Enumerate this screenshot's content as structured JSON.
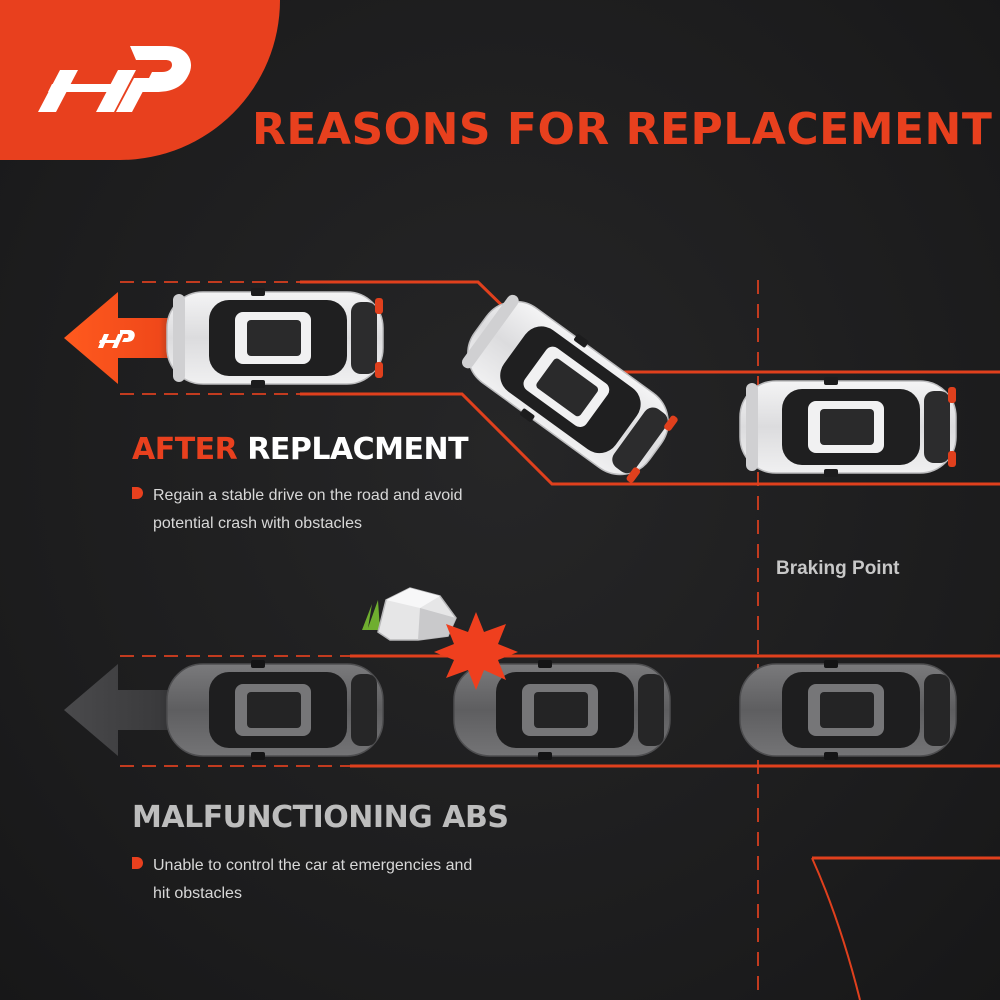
{
  "brand": {
    "accent_color": "#e8401e",
    "logo": "a-premium-logo-mark"
  },
  "headline": "REASONS FOR REPLACEMENT",
  "after_section": {
    "title_accent": "AFTER",
    "title_rest": "REPLACMENT",
    "bullet": "Regain a stable drive on the road and avoid potential crash with obstacles"
  },
  "abs_section": {
    "title": "MALFUNCTIONING ABS",
    "bullet": "Unable to control the car at emergencies and hit obstacles"
  },
  "braking_point_label": "Braking Point",
  "icons": {
    "after_arrow": "arrow-left-icon",
    "abs_arrow": "arrow-left-icon",
    "bullet": "bullet-icon",
    "obstacle": "rock-icon",
    "collision": "crash-burst-icon"
  },
  "colors": {
    "white_car": "#e9e9ea",
    "gray_car": "#6a6a6c",
    "road_line": "#e0401d",
    "arrow_gray": "#444446"
  }
}
